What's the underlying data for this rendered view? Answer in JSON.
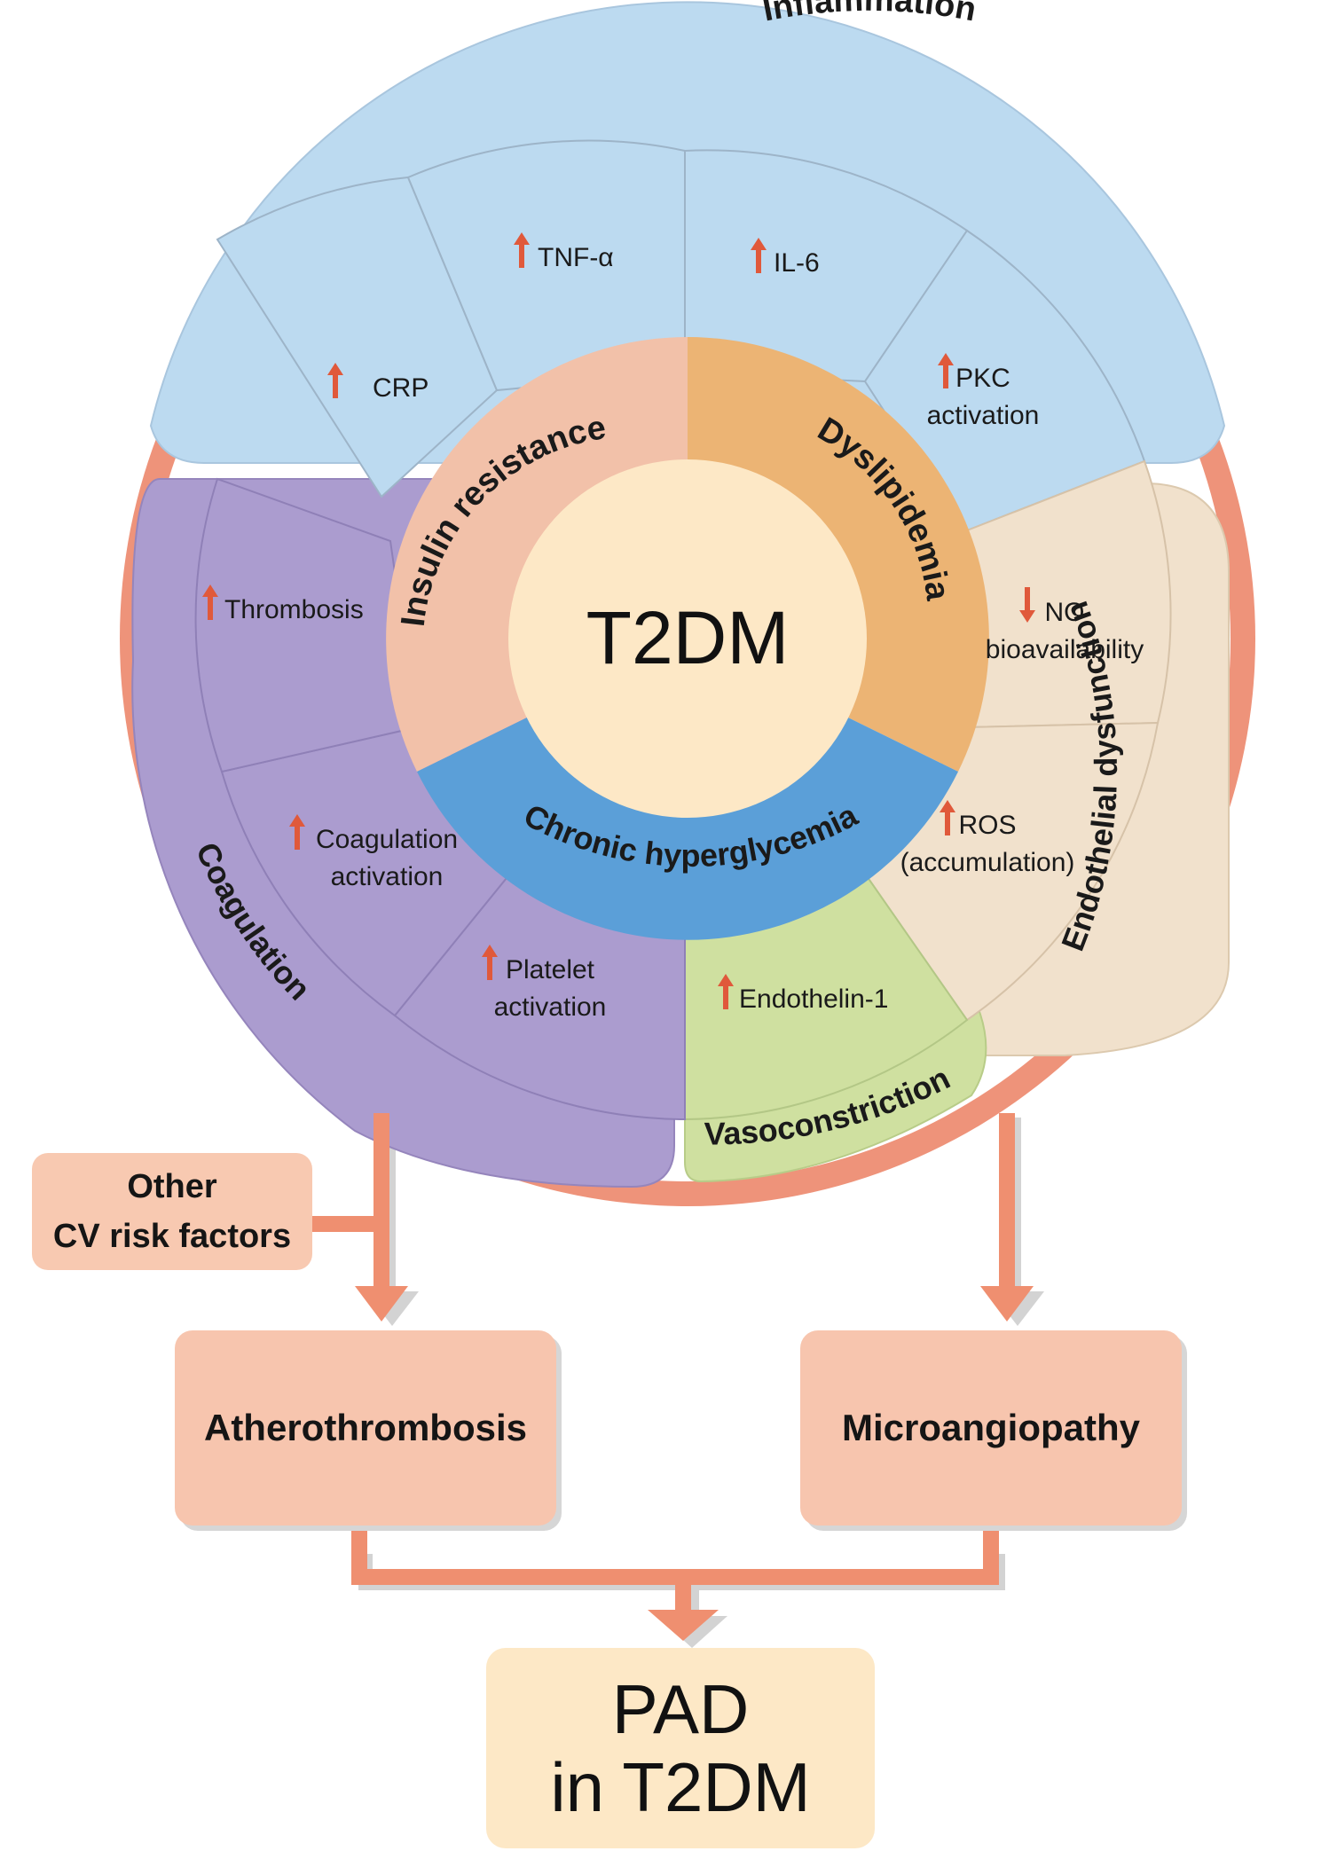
{
  "center": {
    "title": "T2DM"
  },
  "inner_ring": [
    {
      "label": "Insulin resistance",
      "color": "#f2c1a9"
    },
    {
      "label": "Dyslipidemia",
      "color": "#ecb474"
    },
    {
      "label": "Chronic hyperglycemia",
      "color": "#5b9fd8"
    }
  ],
  "groups": {
    "inflammation": {
      "label": "Inflammation",
      "color": "#bcdaf0"
    },
    "endothelial": {
      "label": "Endothelial dysfunction",
      "color": "#f1e1cc"
    },
    "vasoconstriction": {
      "label": "Vasoconstriction",
      "color": "#cfe0a0"
    },
    "coagulation": {
      "label": "Coagulation",
      "color": "#ab9ccf"
    }
  },
  "factors": [
    {
      "id": "crp",
      "direction": "up",
      "lines": [
        "CRP"
      ]
    },
    {
      "id": "tnf",
      "direction": "up",
      "lines": [
        "TNF-α"
      ]
    },
    {
      "id": "il6",
      "direction": "up",
      "lines": [
        "IL-6"
      ]
    },
    {
      "id": "pkc",
      "direction": "up",
      "lines": [
        "PKC",
        "activation"
      ]
    },
    {
      "id": "no",
      "direction": "down",
      "lines": [
        "NO",
        "bioavailability"
      ]
    },
    {
      "id": "ros",
      "direction": "up",
      "lines": [
        "ROS",
        "(accumulation)"
      ]
    },
    {
      "id": "endothelin",
      "direction": "up",
      "lines": [
        "Endothelin-1"
      ]
    },
    {
      "id": "platelet",
      "direction": "up",
      "lines": [
        "Platelet",
        "activation"
      ]
    },
    {
      "id": "coag",
      "direction": "up",
      "lines": [
        "Coagulation",
        "activation"
      ]
    },
    {
      "id": "thrombosis",
      "direction": "up",
      "lines": [
        "Thrombosis"
      ]
    }
  ],
  "other_risk": {
    "line1": "Other",
    "line2": "CV risk factors"
  },
  "outcomes": {
    "athero": "Atherothrombosis",
    "micro": "Microangiopathy"
  },
  "pad": {
    "line1": "PAD",
    "line2": "in T2DM"
  },
  "colors": {
    "outer_ring": "#ee937a",
    "arrow": "#ef8f70",
    "arrow_up": "#e0593b",
    "arrow_shadow": "#d3d3d3"
  }
}
